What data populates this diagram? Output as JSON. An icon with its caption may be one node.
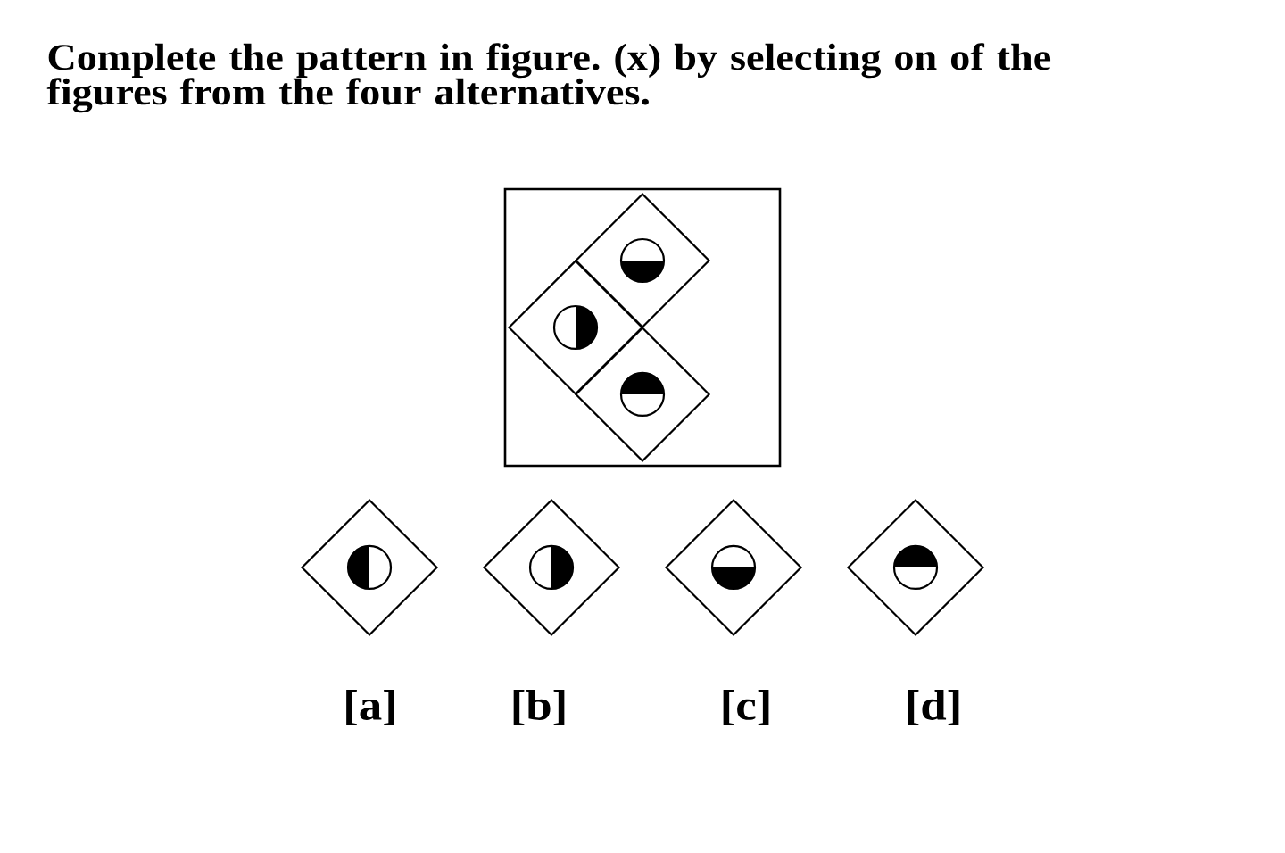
{
  "diagram": {
    "title": "Complete the pattern in figure. (x) by selecting on of the figures from the four alternatives.",
    "nodes": [
      {
        "text": [],
        "shape": "box"
      },
      {
        "text": [],
        "shape": "diamond",
        "in": 0
      },
      {
        "text": [],
        "shape": "diamond",
        "in": 0
      },
      {
        "text": [],
        "shape": "diamond",
        "in": 0
      },
      {
        "text": [],
        "shape": "diamond",
        "beside": [
          "[a]"
        ]
      },
      {
        "text": [],
        "shape": "diamond",
        "beside": [
          "[b]"
        ]
      },
      {
        "text": [],
        "shape": "diamond",
        "beside": [
          "[c]"
        ]
      },
      {
        "text": [],
        "shape": "diamond",
        "beside": [
          "[d]"
        ]
      }
    ]
  }
}
